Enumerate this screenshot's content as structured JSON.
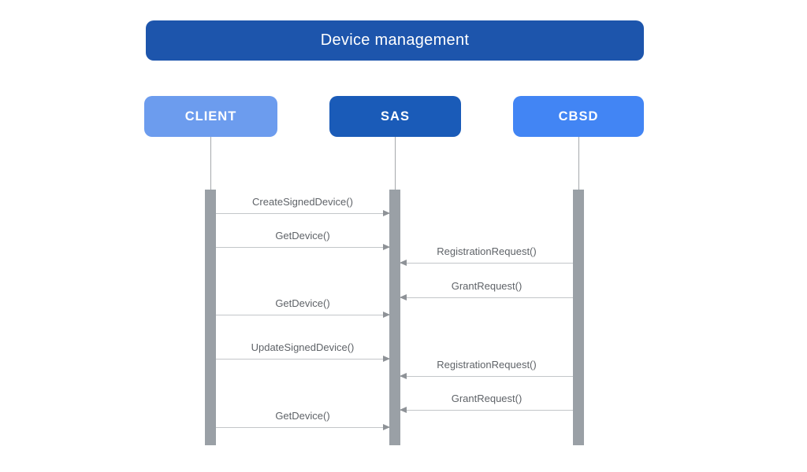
{
  "diagram": {
    "type": "sequence-diagram",
    "title": "Device management"
  },
  "colors": {
    "title_bg": "#1d55ac",
    "client_bg": "#6c9cee",
    "sas_bg": "#1a5bb8",
    "cbsd_bg": "#4285f4",
    "activation_bar": "#9aa0a6",
    "lifeline": "#a5a8ac",
    "arrow_line": "#c3c6c9",
    "arrowhead": "#8e9297",
    "message_text": "#5f6368",
    "text_on_blue": "#ffffff"
  },
  "actors": [
    {
      "id": "client",
      "label": "CLIENT",
      "color": "#6c9cee"
    },
    {
      "id": "sas",
      "label": "SAS",
      "color": "#1a5bb8"
    },
    {
      "id": "cbsd",
      "label": "CBSD",
      "color": "#4285f4"
    }
  ],
  "messages": [
    {
      "label": "CreateSignedDevice()",
      "from": "CLIENT",
      "to": "SAS"
    },
    {
      "label": "GetDevice()",
      "from": "CLIENT",
      "to": "SAS"
    },
    {
      "label": "RegistrationRequest()",
      "from": "CBSD",
      "to": "SAS"
    },
    {
      "label": "GrantRequest()",
      "from": "CBSD",
      "to": "SAS"
    },
    {
      "label": "GetDevice()",
      "from": "CLIENT",
      "to": "SAS"
    },
    {
      "label": "UpdateSignedDevice()",
      "from": "CLIENT",
      "to": "SAS"
    },
    {
      "label": "RegistrationRequest()",
      "from": "CBSD",
      "to": "SAS"
    },
    {
      "label": "GrantRequest()",
      "from": "CBSD",
      "to": "SAS"
    },
    {
      "label": "GetDevice()",
      "from": "CLIENT",
      "to": "SAS"
    }
  ]
}
